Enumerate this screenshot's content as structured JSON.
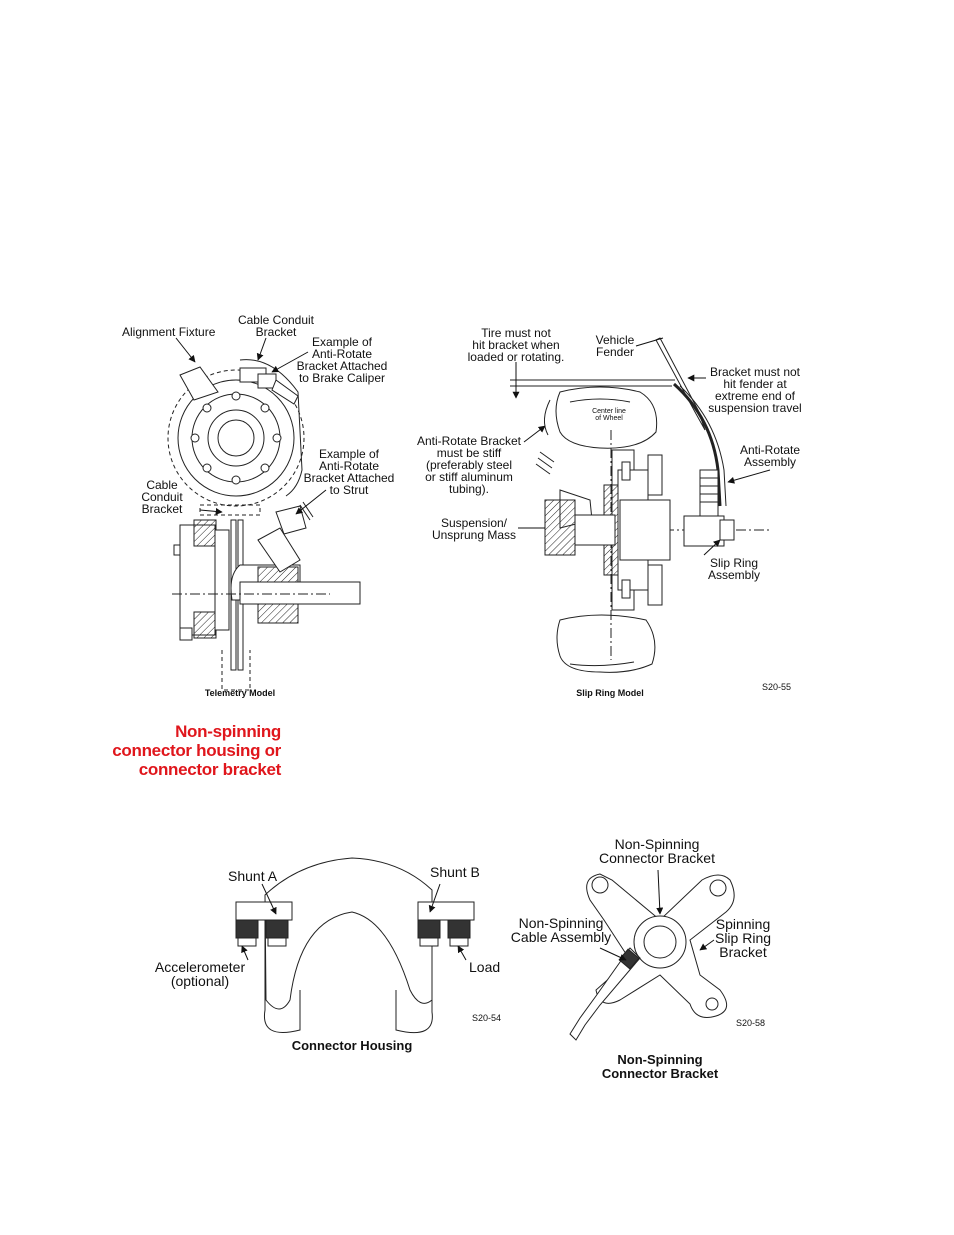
{
  "heading": "Non-spinning\nconnector housing or\nconnector bracket",
  "telemetry": {
    "alignment_fixture": "Alignment Fixture",
    "cable_conduit_bracket_top": "Cable Conduit\nBracket",
    "example_brake_caliper": "Example of\nAnti-Rotate\nBracket Attached\nto Brake Caliper",
    "example_strut": "Example of\nAnti-Rotate\nBracket Attached\nto Strut",
    "cable_conduit_bracket_side": "Cable\nConduit\nBracket",
    "caption": "Telemetry Model"
  },
  "slipring": {
    "tire_note": "Tire must not\nhit bracket when\nloaded or rotating.",
    "vehicle_fender": "Vehicle\nFender",
    "bracket_fender_note": "Bracket must not\nhit fender at\nextreme end of\nsuspension travel",
    "center_line": "Center line\nof Wheel",
    "anti_rotate_bracket_note": "Anti-Rotate Bracket\nmust be stiff\n(preferably steel\nor stiff aluminum\ntubing).",
    "anti_rotate_assembly": "Anti-Rotate\nAssembly",
    "suspension": "Suspension/\nUnsprung Mass",
    "slip_ring_assembly": "Slip Ring\nAssembly",
    "caption": "Slip Ring Model",
    "fig_id": "S20-55"
  },
  "housing": {
    "shunt_a": "Shunt A",
    "shunt_b": "Shunt B",
    "accelerometer": "Accelerometer\n(optional)",
    "load": "Load",
    "fig_id": "S20-54",
    "caption": "Connector Housing"
  },
  "bracket": {
    "non_spinning_connector_bracket": "Non-Spinning\nConnector Bracket",
    "non_spinning_cable_assembly": "Non-Spinning\nCable Assembly",
    "spinning_slip_ring_bracket": "Spinning\nSlip Ring\nBracket",
    "fig_id": "S20-58",
    "caption": "Non-Spinning\nConnector Bracket"
  }
}
